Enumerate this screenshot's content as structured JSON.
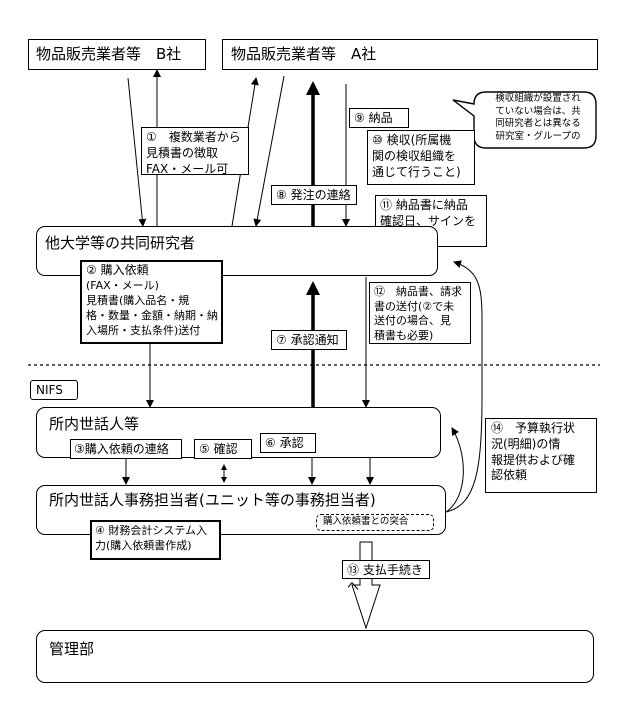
{
  "vendors": {
    "b": "物品販売業者等　B社",
    "a": "物品販売業者等　A社"
  },
  "org": {
    "researcher": "他大学等の共同研究者",
    "nifs": "NIFS",
    "caretaker": "所内世話人等",
    "office": "所内世話人事務担当者(ユニット等の事務担当者)",
    "mgmt": "管理部"
  },
  "callout": "検収組織が設置され\nていない場合は、共\n同研究者とは異なる\n研究室・グループの",
  "steps": {
    "s1": "①　複数業者から\n見積書の徴取\nFAX・メール可",
    "s2_title": "② 購入依頼",
    "s2_body": "(FAX・メール)\n見積書(購入品名・規\n格・数量・金額・納期・納\n入場所・支払条件)送付",
    "s3": "③購入依頼の連絡",
    "s4": "④ 財務会計システム入\n力(購入依頼書作成)",
    "s5": "⑤ 確認",
    "s6": "⑥ 承認",
    "s7": "⑦ 承認通知",
    "s8": "⑧ 発注の連絡",
    "s9": "⑨ 納品",
    "s10": "⑩ 検収(所属機\n関の検収組織を\n通じて行うこと)",
    "s11": "⑪ 納品書に納品\n確認日、サインを\n記入",
    "s12": "⑫　納品書、請求\n書の送付(②で未\n送付の場合、見\n積書も必要)",
    "s13": "⑬ 支払手続きへ",
    "s14": "⑭　予算執行状\n況(明細)の情\n報提供および確\n認依頼",
    "collate": "購入依頼書との突合"
  }
}
